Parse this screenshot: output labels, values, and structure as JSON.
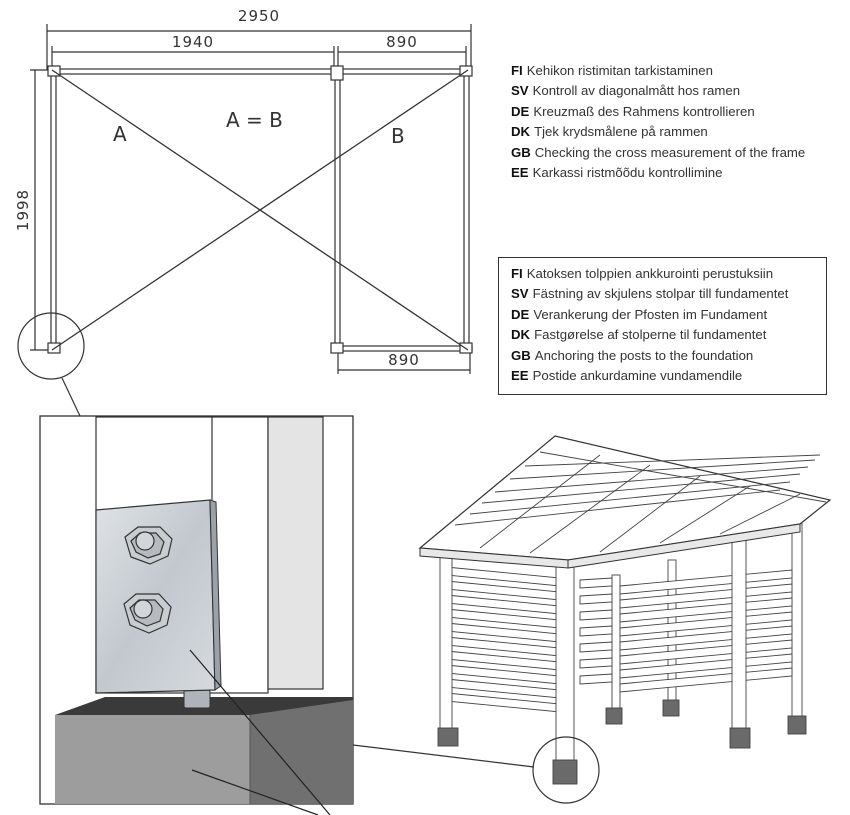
{
  "dimensions": {
    "total_width": "2950",
    "left_span": "1940",
    "right_span_top": "890",
    "right_span_bottom": "890",
    "height": "1998"
  },
  "diagonals": {
    "a": "A",
    "equation": "A = B",
    "b": "B"
  },
  "legend_check": [
    {
      "code": "FI",
      "text": "Kehikon ristimitan tarkistaminen"
    },
    {
      "code": "SV",
      "text": "Kontroll av diagonalmått hos ramen"
    },
    {
      "code": "DE",
      "text": "Kreuzmaß des Rahmens kontrollieren"
    },
    {
      "code": "DK",
      "text": "Tjek krydsmålene på rammen"
    },
    {
      "code": "GB",
      "text": "Checking the cross measurement of the frame"
    },
    {
      "code": "EE",
      "text": "Karkassi ristmõõdu kontrollimine"
    }
  ],
  "legend_anchor": [
    {
      "code": "FI",
      "text": "Katoksen tolppien ankkurointi perustuksiin"
    },
    {
      "code": "SV",
      "text": "Fästning av skjulens stolpar till fundamentet"
    },
    {
      "code": "DE",
      "text": "Verankerung der Pfosten im Fundament"
    },
    {
      "code": "DK",
      "text": "Fastgørelse af stolperne til fundamentet"
    },
    {
      "code": "GB",
      "text": "Anchoring the posts to the foundation"
    },
    {
      "code": "EE",
      "text": "Postide ankurdamine vundamendile"
    }
  ],
  "colors": {
    "line": "#333333",
    "metal_plate": "#c9ced4",
    "concrete_top": "#3a3a3a",
    "concrete_front": "#9a9a9a",
    "concrete_side": "#6e6e6e",
    "post": "#ffffff",
    "post_shade": "#e3e3e3"
  }
}
